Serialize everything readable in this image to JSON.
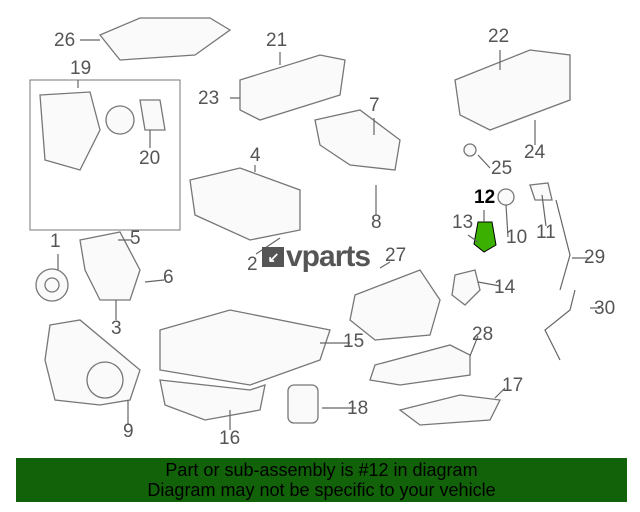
{
  "diagram": {
    "labels": [
      "26",
      "21",
      "22",
      "19",
      "23",
      "7",
      "20",
      "24",
      "4",
      "25",
      "12",
      "10",
      "11",
      "8",
      "13",
      "1",
      "5",
      "29",
      "6",
      "27",
      "14",
      "2",
      "30",
      "3",
      "15",
      "28",
      "17",
      "18",
      "9",
      "16"
    ],
    "highlighted": "12",
    "highlight_color": "#3bb000"
  },
  "watermark": {
    "text": "vparts",
    "icon": "arrow-box-icon"
  },
  "banner": {
    "line1": "Part or sub-assembly is #12 in diagram",
    "line2": "Diagram may not be specific to your vehicle",
    "color": "#116208"
  }
}
